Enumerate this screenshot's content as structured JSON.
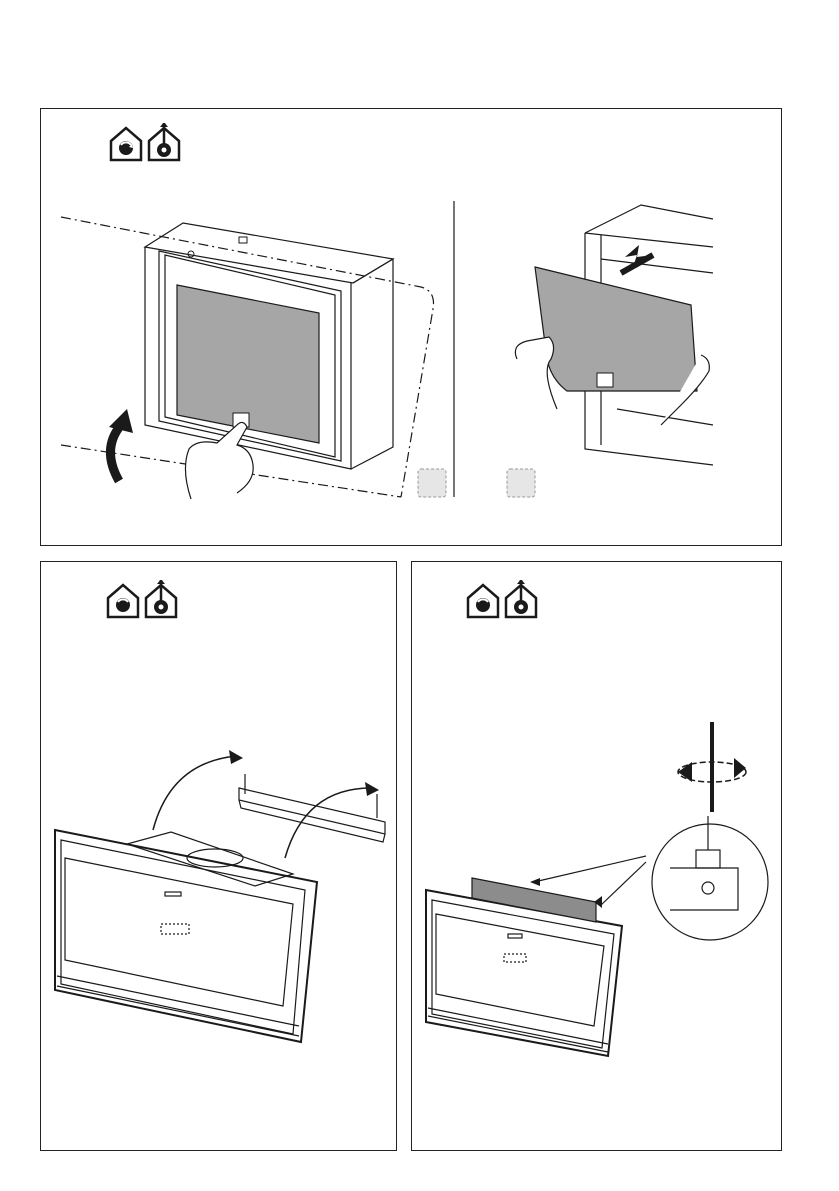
{
  "colors": {
    "line": "#1a1a1a",
    "panel_fill": "#a6a6a6",
    "light_gray": "#e6e6e6",
    "filter_fill": "#8c8c8c"
  },
  "icons": [
    "recirculation-house-icon",
    "ducted-extraction-house-icon"
  ],
  "panels": [
    {
      "id": "filter-removal",
      "steps": [
        "push-latch",
        "lift-panel"
      ]
    },
    {
      "id": "bracket-fitting",
      "steps": [
        "flip-bracket"
      ]
    },
    {
      "id": "bracket-fixing",
      "steps": [
        "tighten-screws"
      ]
    }
  ]
}
